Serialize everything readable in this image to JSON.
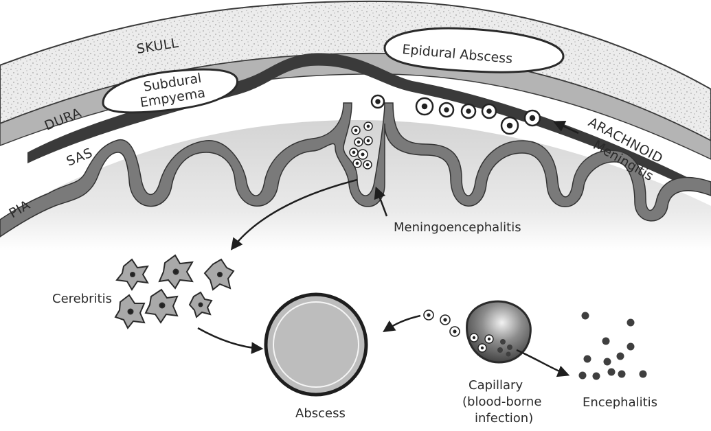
{
  "labels": {
    "skull": "SKULL",
    "dura": "DURA",
    "sas": "SAS",
    "pia": "PIA",
    "arachnoid": "ARACHNOID",
    "subdural_1": "Subdural",
    "subdural_2": "Empyema",
    "epidural": "Epidural Abscess",
    "meningitis": "Meningitis",
    "meningoencephalitis": "Meningoencephalitis",
    "cerebritis": "Cerebritis",
    "abscess": "Abscess",
    "capillary_1": "Capillary",
    "capillary_2": "(blood-borne",
    "capillary_3": "infection)",
    "encephalitis": "Encephalitis"
  },
  "colors": {
    "skull_fill": "#ededed",
    "dura_fill": "#b4b4b4",
    "arachnoid_fill": "#3a3a3a",
    "pia_fill": "#7a7a7a",
    "brain_fill": "#e3e3e3",
    "abscess_fill": "#bdbdbd",
    "cell_fill": "#a9a9a9",
    "virus_fill": "#3f3f3f"
  }
}
